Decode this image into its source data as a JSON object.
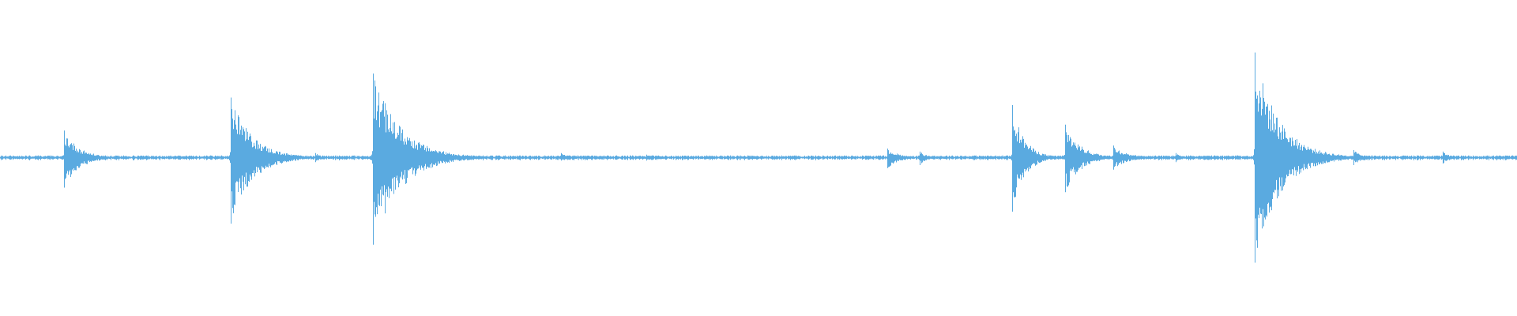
{
  "waveform": {
    "color": "#5aaae0",
    "background": "#ffffff",
    "noise_floor": 0.012,
    "transients": [
      {
        "position": 0.042,
        "up": 0.18,
        "down": 0.2,
        "decay": 0.01
      },
      {
        "position": 0.152,
        "up": 0.4,
        "down": 0.44,
        "decay": 0.014
      },
      {
        "position": 0.208,
        "up": 0.03,
        "down": 0.03,
        "decay": 0.004
      },
      {
        "position": 0.246,
        "up": 0.56,
        "down": 0.58,
        "decay": 0.018
      },
      {
        "position": 0.37,
        "up": 0.03,
        "down": 0.02,
        "decay": 0.005
      },
      {
        "position": 0.426,
        "up": 0.02,
        "down": 0.02,
        "decay": 0.005
      },
      {
        "position": 0.585,
        "up": 0.06,
        "down": 0.07,
        "decay": 0.008
      },
      {
        "position": 0.606,
        "up": 0.04,
        "down": 0.05,
        "decay": 0.005
      },
      {
        "position": 0.667,
        "up": 0.35,
        "down": 0.36,
        "decay": 0.008
      },
      {
        "position": 0.702,
        "up": 0.22,
        "down": 0.23,
        "decay": 0.01
      },
      {
        "position": 0.734,
        "up": 0.08,
        "down": 0.08,
        "decay": 0.009
      },
      {
        "position": 0.775,
        "up": 0.03,
        "down": 0.03,
        "decay": 0.004
      },
      {
        "position": 0.827,
        "up": 0.7,
        "down": 0.7,
        "decay": 0.016
      },
      {
        "position": 0.892,
        "up": 0.05,
        "down": 0.05,
        "decay": 0.006
      },
      {
        "position": 0.951,
        "up": 0.04,
        "down": 0.04,
        "decay": 0.005
      }
    ]
  }
}
